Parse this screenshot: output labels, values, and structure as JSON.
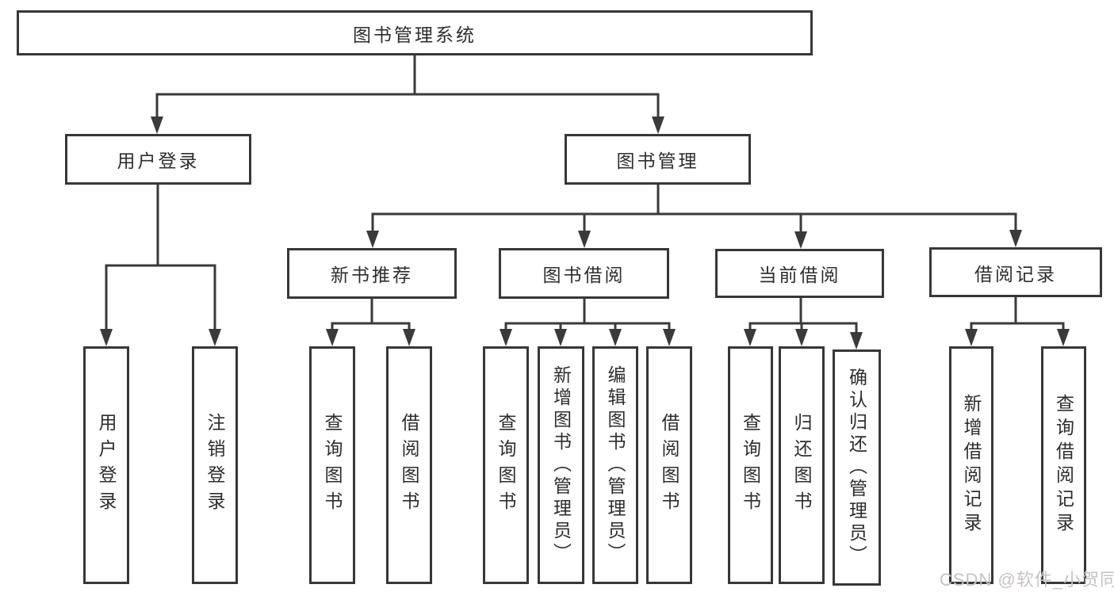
{
  "diagram_title": "图书管理系统",
  "tree": {
    "root": {
      "label": "图书管理系统"
    },
    "level2": [
      {
        "label": "用户登录",
        "children": [
          {
            "label": "用户登录"
          },
          {
            "label": "注销登录"
          }
        ]
      },
      {
        "label": "图书管理"
      }
    ],
    "level3": [
      {
        "label": "新书推荐",
        "children": [
          {
            "label": "查询图书"
          },
          {
            "label": "借阅图书"
          }
        ]
      },
      {
        "label": "图书借阅",
        "children": [
          {
            "label": "查询图书"
          },
          {
            "label": "新增图书（管理员）"
          },
          {
            "label": "编辑图书（管理员）"
          },
          {
            "label": "借阅图书"
          }
        ]
      },
      {
        "label": "当前借阅",
        "children": [
          {
            "label": "查询图书"
          },
          {
            "label": "归还图书"
          },
          {
            "label": "确认归还（管理员）"
          }
        ]
      },
      {
        "label": "借阅记录",
        "children": [
          {
            "label": "新增借阅记录"
          },
          {
            "label": "查询借阅记录"
          }
        ]
      }
    ]
  },
  "watermark": {
    "text": "CSDN @软件_小贺同学"
  },
  "colors": {
    "line": "#3a3a3a",
    "box_border": "#373737",
    "text": "#2d2d2d",
    "background": "#ffffff",
    "watermark": "#c7c2c2"
  }
}
